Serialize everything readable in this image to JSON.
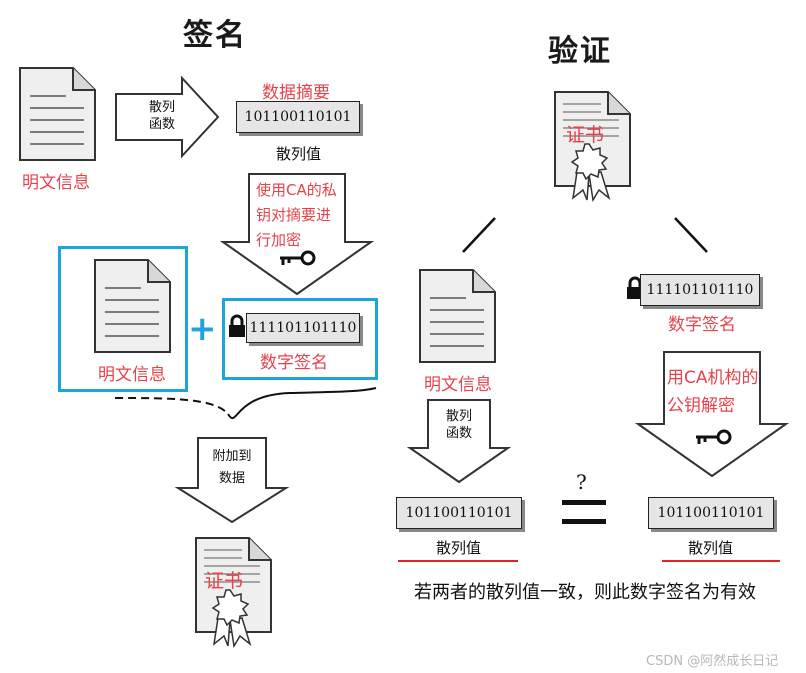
{
  "left": {
    "title": "签名",
    "plaintext_label": "明文信息",
    "hash_function": [
      "散列",
      "函数"
    ],
    "digest_label": "数据摘要",
    "hash_value": "101100110101",
    "hash_caption": "散列值",
    "encrypt_label": [
      "使用CA的私",
      "钥对摘要进",
      "行加密"
    ],
    "plaintext_label_2": "明文信息",
    "plus": "+",
    "signature_value": "111101101110",
    "signature_label": "数字签名",
    "attach_label": [
      "附加到",
      "数据"
    ],
    "certificate_label": "证书"
  },
  "right": {
    "title": "验证",
    "certificate_label": "证书",
    "plaintext_label": "明文信息",
    "signature_value": "111101101110",
    "signature_label": "数字签名",
    "hash_function": [
      "散列",
      "函数"
    ],
    "decrypt_label": [
      "用CA机构的",
      "公钥解密"
    ],
    "question": "?",
    "hash_value_left": "101100110101",
    "hash_caption_left": "散列值",
    "hash_value_right": "101100110101",
    "hash_caption_right": "散列值",
    "conclusion": "若两者的散列值一致，则此数字签名为有效"
  },
  "watermark": "CSDN @阿然成长日记"
}
